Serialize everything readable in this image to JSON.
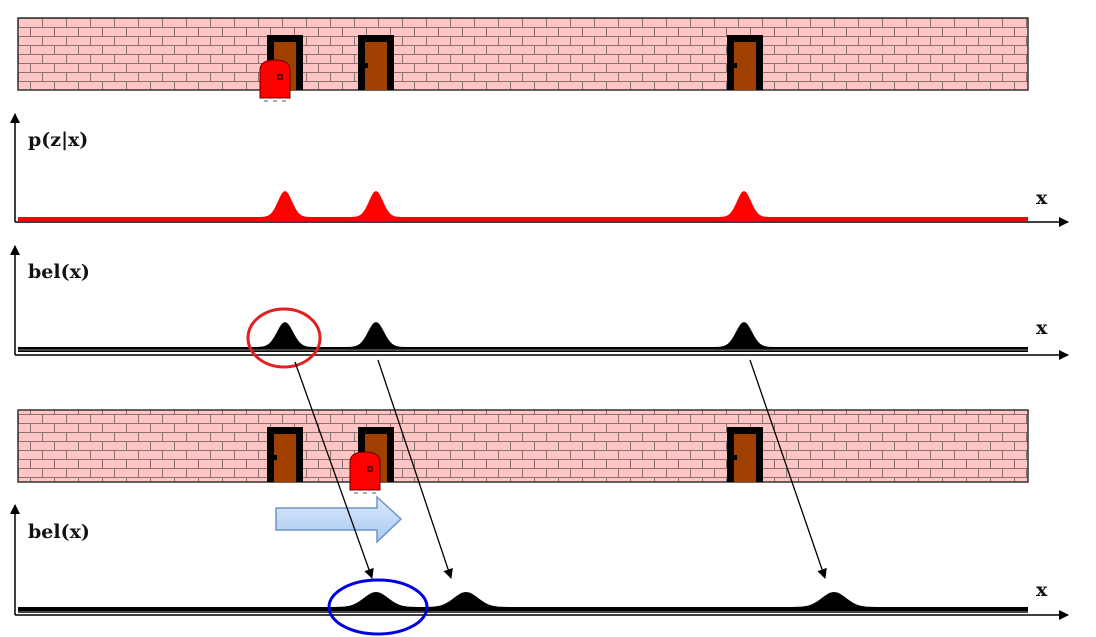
{
  "panels": {
    "observation": {
      "ylabel": "p(z|x)",
      "xlabel": "x"
    },
    "belief_before": {
      "ylabel": "bel(x)",
      "xlabel": "x"
    },
    "belief_after": {
      "ylabel": "bel(x)",
      "xlabel": "x"
    }
  },
  "colors": {
    "brick": "#ffc4c4",
    "mortar": "#8a7070",
    "door": "#a04000",
    "robot": "#ff0000",
    "observation": "#ff0000",
    "belief": "#000000",
    "highlight_before": "#e02020",
    "highlight_after": "#0000e0",
    "motion_arrow": "#c0d8f4"
  }
}
